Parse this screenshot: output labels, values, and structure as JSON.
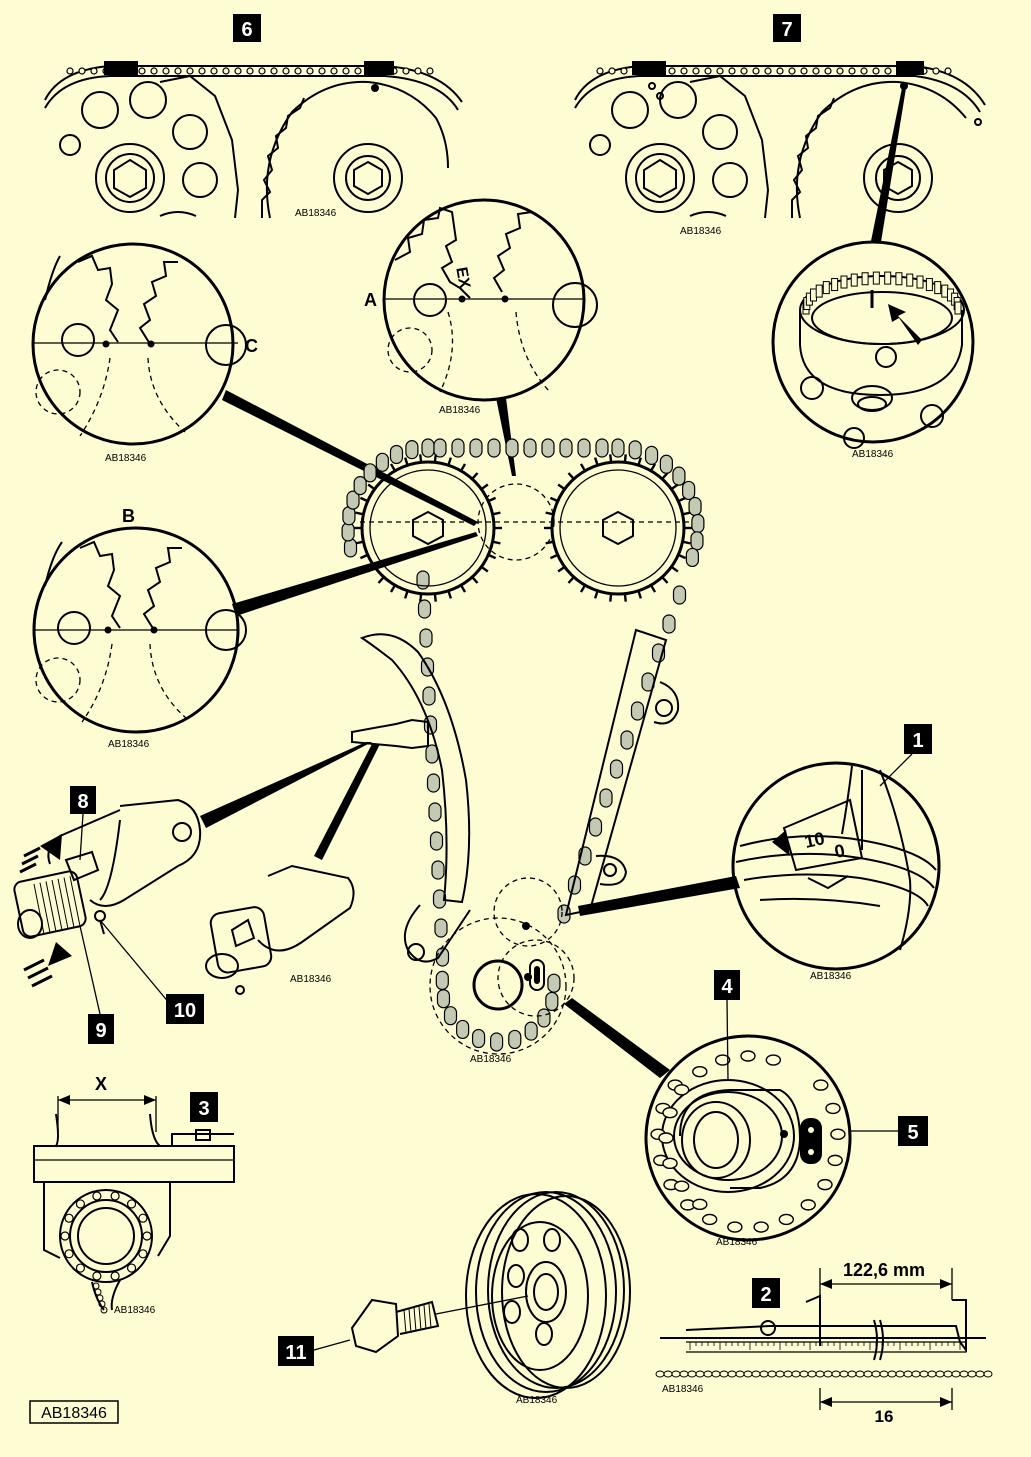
{
  "figure_code": "AB18346",
  "sub_refs": {
    "r6": "AB18346",
    "r7": "AB18346",
    "rA": "AB18346",
    "rC": "AB18346",
    "rB": "AB18346",
    "rTop7": "AB18346",
    "rTens": "AB18346",
    "rMain": "AB18346",
    "r1": "AB18346",
    "r5": "AB18346",
    "r3": "AB18346",
    "r11": "AB18346",
    "r2": "AB18346"
  },
  "callouts": {
    "c1": "1",
    "c2": "2",
    "c3": "3",
    "c4": "4",
    "c5": "5",
    "c6": "6",
    "c7": "7",
    "c8": "8",
    "c9": "9",
    "c10": "10",
    "c11": "11"
  },
  "detail_labels": {
    "A": "A",
    "B": "B",
    "C": "C",
    "EX": "EX",
    "X": "X"
  },
  "crank_marks": {
    "mark_a": "10",
    "mark_b": "0"
  },
  "measurements": {
    "length": "122,6 mm",
    "links": "16"
  },
  "colors": {
    "background": "#fdfcd3",
    "chain_link": "#c4c9b4",
    "lines": "#000000"
  }
}
